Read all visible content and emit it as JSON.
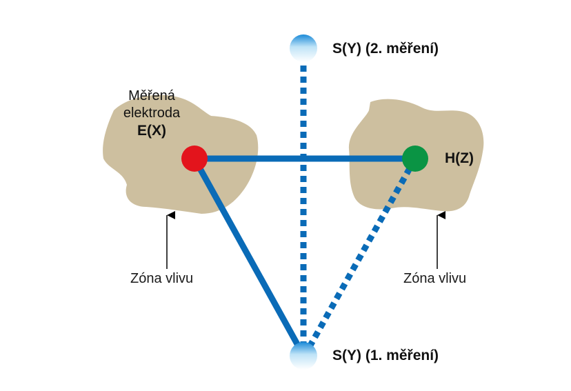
{
  "labels": {
    "measured_line1": "Měřená",
    "measured_line2": "elektroda",
    "electrode_e": "E(X)",
    "electrode_h": "H(Z)",
    "probe_s2": "S(Y) (2. měření)",
    "probe_s1": "S(Y) (1. měření)",
    "zone_left": "Zóna vlivu",
    "zone_right": "Zóna vlivu"
  },
  "colors": {
    "zone_fill": "#cdbf9f",
    "line": "#0a6bb7",
    "electrode_e": "#e3141c",
    "electrode_h": "#0a9444",
    "probe_top": "#1a8ad8",
    "probe_bottom": "#ffffff",
    "arrow": "#000000"
  }
}
